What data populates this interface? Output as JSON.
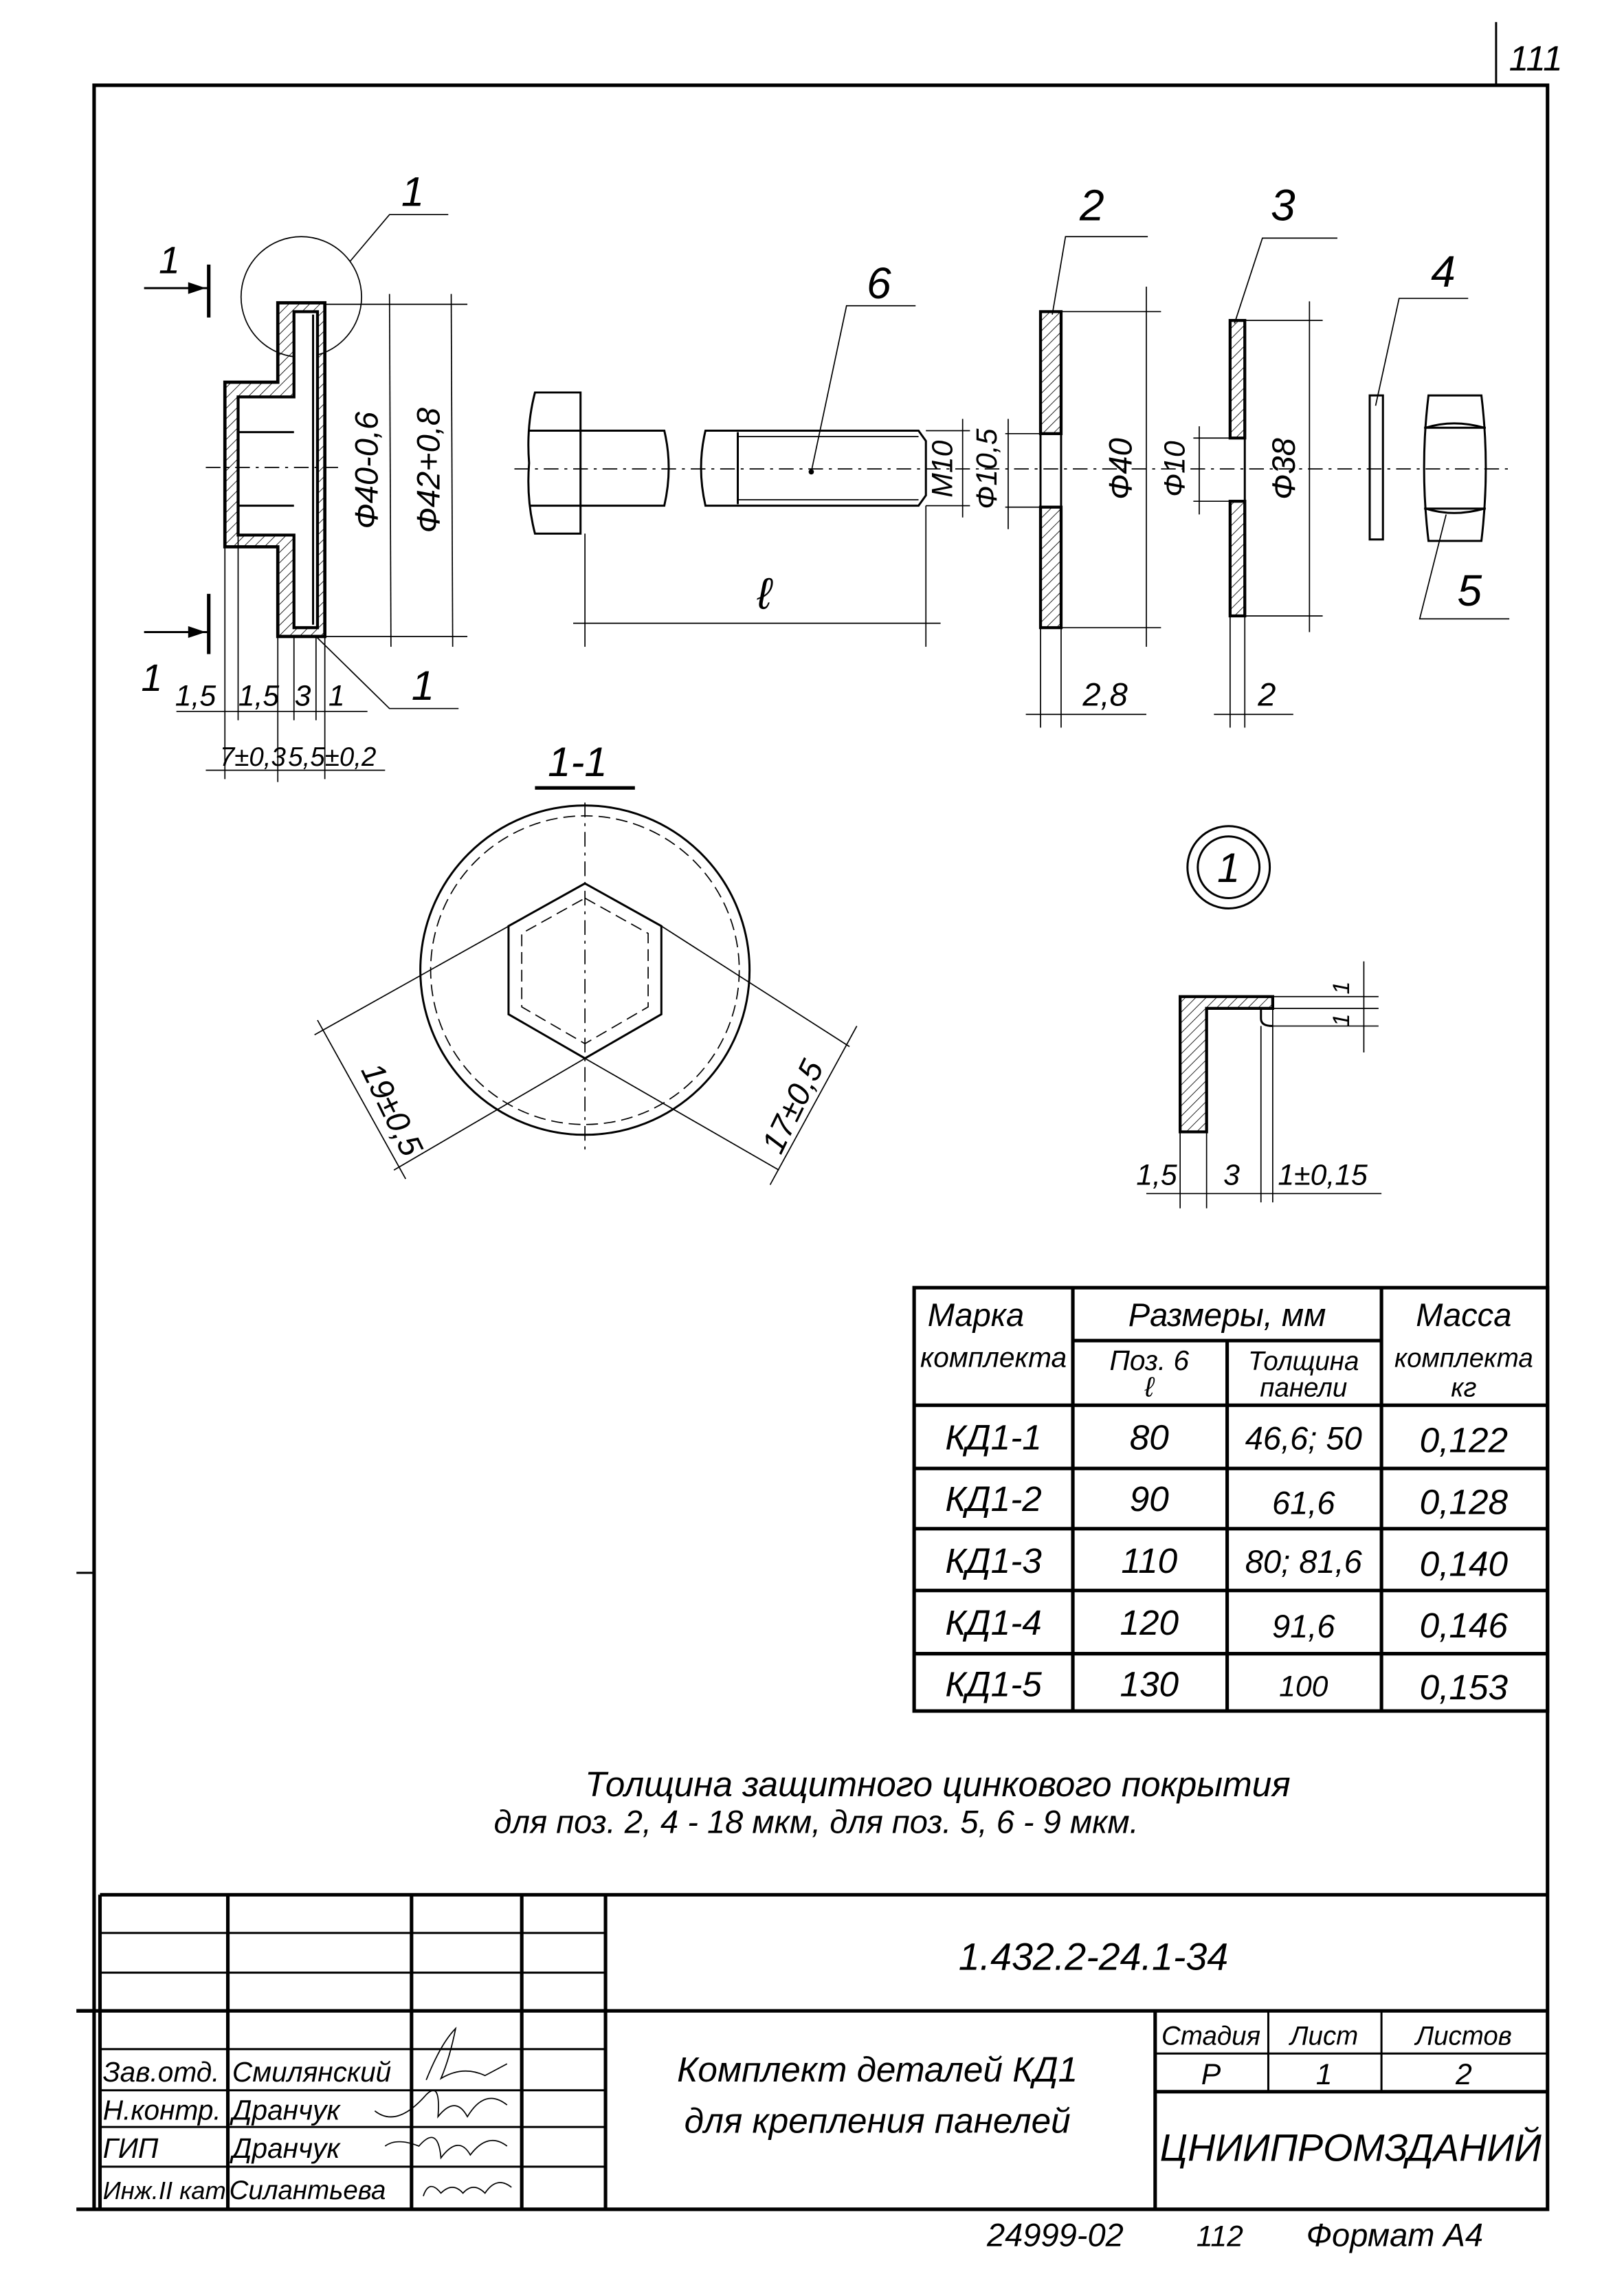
{
  "page_number": "111",
  "callouts": {
    "cap_top": "1",
    "cap_bottom": "1",
    "section_arrow_top": "1",
    "section_arrow_bottom": "1",
    "washer_2": "2",
    "washer_3": "3",
    "spring_washer_4": "4",
    "nut_5": "5",
    "bolt_6": "6",
    "detail_ref": "1"
  },
  "dims": {
    "cap_d_inner": "Ф40-0,6",
    "cap_d_outer": "Ф42+0,8",
    "cap_w1": "1,5",
    "cap_w2": "1,5",
    "cap_w3": "3",
    "cap_w4": "1",
    "cap_total_a": "7±0,3",
    "cap_total_b": "5,5±0,2",
    "bolt_length": "ℓ",
    "bolt_thread": "M10",
    "washer2_hole": "Ф10,5",
    "washer2_d": "Ф40",
    "washer2_t": "2,8",
    "washer3_hole": "Ф10",
    "washer3_d": "Ф38",
    "washer3_t": "2",
    "hex_across_corners": "19±0,5",
    "hex_across_flats": "17±0,5",
    "detail_w1": "1,5",
    "detail_w2": "3",
    "detail_w3": "1±0,15",
    "detail_h1": "1",
    "detail_h2": "1"
  },
  "section_title": "1-1",
  "table": {
    "headers": {
      "mark_1": "Марка",
      "mark_2": "комплекта",
      "sizes": "Размеры, мм",
      "pos6_1": "Поз. 6",
      "pos6_2": "ℓ",
      "thick_1": "Толщина",
      "thick_2": "панели",
      "mass_1": "Масса",
      "mass_2": "комплекта",
      "mass_3": "кг"
    },
    "rows": [
      {
        "mark": "КД1-1",
        "l": "80",
        "panel": "46,6; 50",
        "mass": "0,122"
      },
      {
        "mark": "КД1-2",
        "l": "90",
        "panel": "61,6",
        "mass": "0,128"
      },
      {
        "mark": "КД1-3",
        "l": "110",
        "panel": "80; 81,6",
        "mass": "0,140"
      },
      {
        "mark": "КД1-4",
        "l": "120",
        "panel": "91,6",
        "mass": "0,146"
      },
      {
        "mark": "КД1-5",
        "l": "130",
        "panel": "100",
        "mass": "0,153"
      }
    ]
  },
  "note": {
    "line1": "Толщина защитного цинкового покрытия",
    "line2": "для поз. 2, 4 - 18 мкм, для поз. 5, 6 - 9 мкм."
  },
  "title_block": {
    "code": "1.432.2-24.1-34",
    "title_line1": "Комплект деталей КД1",
    "title_line2": "для крепления панелей",
    "stage_label": "Стадия",
    "sheet_label": "Лист",
    "sheets_label": "Листов",
    "stage": "Р",
    "sheet": "1",
    "sheets": "2",
    "organization": "ЦНИИПРОМЗДАНИЙ",
    "staff": [
      {
        "role": "Зав.отд.",
        "name": "Смилянский"
      },
      {
        "role": "Н.контр.",
        "name": "Дранчук"
      },
      {
        "role": "ГИП",
        "name": "Дранчук"
      },
      {
        "role": "Инж.II кат.",
        "name": "Силантьева"
      }
    ]
  },
  "footer": {
    "archive_no": "24999-02",
    "page": "112",
    "format": "Формат А4"
  }
}
